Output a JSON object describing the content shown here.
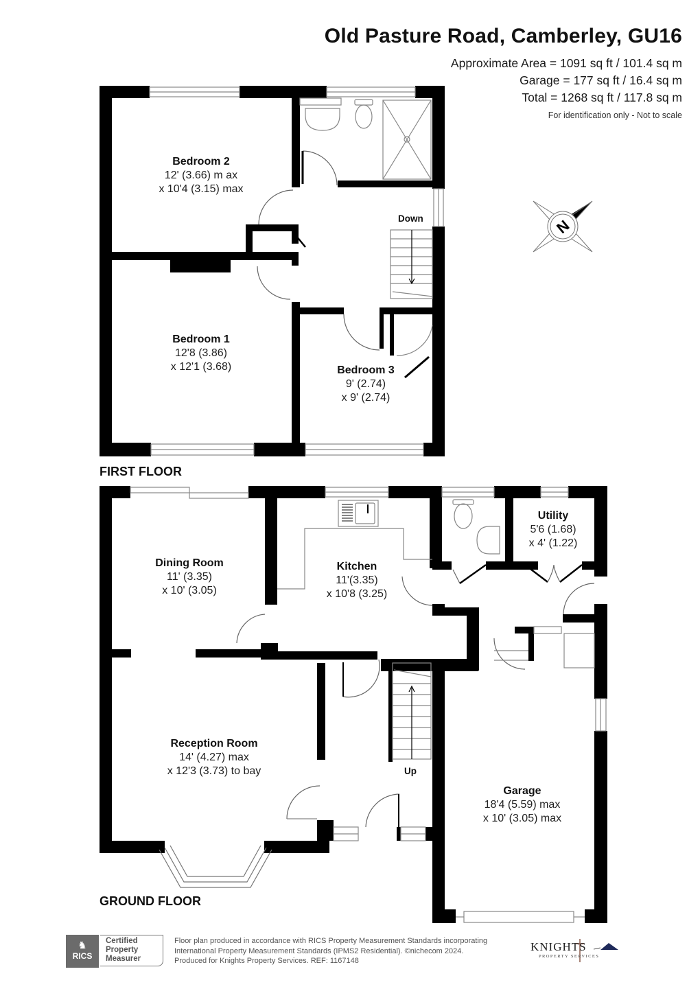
{
  "header": {
    "title": "Old Pasture Road, Camberley, GU16",
    "approx_area": "Approximate Area = 1091 sq ft / 101.4 sq m",
    "garage_area": "Garage = 177 sq ft / 16.4 sq m",
    "total_area": "Total = 1268 sq ft / 117.8 sq m",
    "note": "For identification only - Not to scale"
  },
  "compass": {
    "icon": "north-compass-icon",
    "letter": "N"
  },
  "first_floor": {
    "label": "FIRST FLOOR",
    "stairs_label": "Down",
    "rooms": [
      {
        "name": "Bedroom 2",
        "dim1": "12' (3.66) m ax",
        "dim2": "x 10'4 (3.15) max"
      },
      {
        "name": "Bedroom 1",
        "dim1": "12'8 (3.86)",
        "dim2": "x 12'1 (3.68)"
      },
      {
        "name": "Bedroom 3",
        "dim1": "9' (2.74)",
        "dim2": "x 9' (2.74)"
      }
    ]
  },
  "ground_floor": {
    "label": "GROUND FLOOR",
    "stairs_label": "Up",
    "rooms": [
      {
        "name": "Dining Room",
        "dim1": "11' (3.35)",
        "dim2": "x 10' (3.05)"
      },
      {
        "name": "Kitchen",
        "dim1": "11'(3.35)",
        "dim2": "x 10'8 (3.25)"
      },
      {
        "name": "Utility",
        "dim1": "5'6 (1.68)",
        "dim2": "x 4' (1.22)"
      },
      {
        "name": "Reception Room",
        "dim1": "14' (4.27) max",
        "dim2": "x 12'3 (3.73) to bay"
      },
      {
        "name": "Garage",
        "dim1": "18'4 (5.59) max",
        "dim2": "x 10' (3.05) max"
      }
    ]
  },
  "footer": {
    "badge": {
      "org": "RICS",
      "line1": "Certified",
      "line2": "Property",
      "line3": "Measurer"
    },
    "line1": "Floor plan produced in accordance with RICS Property Measurement Standards incorporating",
    "line2": "International Property Measurement Standards (IPMS2 Residential).   ©nichecom 2024.",
    "line3": "Produced for Knights Property Services.   REF:  1167148",
    "logo_main": "KNIGHTS",
    "logo_sub": "PROPERTY  SERVICES"
  },
  "colors": {
    "wall": "#000000",
    "fixture": "#777777",
    "logo_roof": "#1f2a5a",
    "logo_cross": "#8a5a4a",
    "badge_grey": "#6b6b6b"
  }
}
